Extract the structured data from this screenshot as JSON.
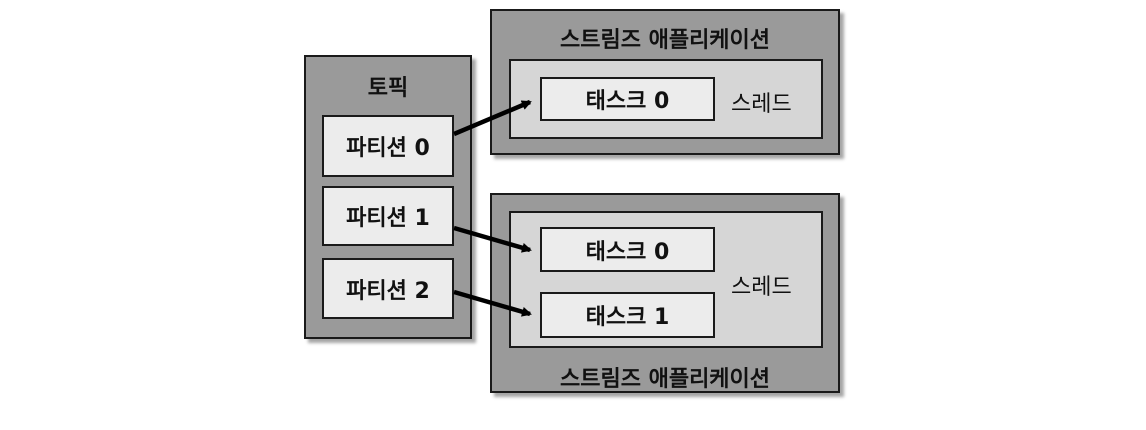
{
  "topic": {
    "title": "토픽",
    "partitions": [
      {
        "label": "파티션 0"
      },
      {
        "label": "파티션 1"
      },
      {
        "label": "파티션 2"
      }
    ]
  },
  "app_top": {
    "title": "스트림즈 애플리케이션",
    "thread_label": "스레드",
    "tasks": [
      {
        "label": "태스크 0"
      }
    ]
  },
  "app_bottom": {
    "title": "스트림즈 애플리케이션",
    "thread_label": "스레드",
    "tasks": [
      {
        "label": "태스크 0"
      },
      {
        "label": "태스크 1"
      }
    ]
  },
  "colors": {
    "outer_fill": "#9a9a9a",
    "inner_fill": "#d6d6d6",
    "cell_fill": "#ececec",
    "stroke": "#1a1a1a"
  }
}
